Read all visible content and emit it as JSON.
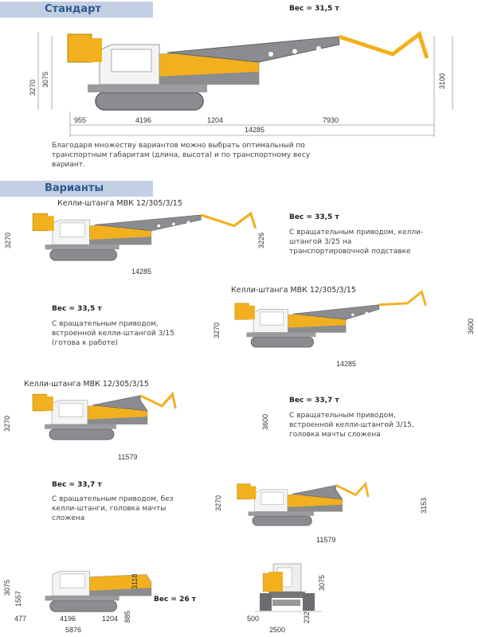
{
  "standard": {
    "title": "Стандарт",
    "weight": "Вес = 31,5 т",
    "dims": {
      "h1": "3270",
      "h2": "3075",
      "h3": "3100",
      "a": "955",
      "b": "4196",
      "c": "1204",
      "d": "7930",
      "total": "14285"
    },
    "note": "Благодаря множеству вариантов можно выбрать оптимальный по транспортным габаритам (длина, высота) и по транспортному весу вариант."
  },
  "variants_title": "Варианты",
  "variants": [
    {
      "label": "Келли-штанга МВК 12/305/3/15",
      "weight": "Вес = 33,5 т",
      "desc": "С вращательным приводом, келли-штангой 3/25 на транспортировочной подставке",
      "h_left": "3270",
      "h_right": "3226",
      "length": "14285"
    },
    {
      "label": "Келли-штанга МВК 12/305/3/15",
      "weight": "Вес = 33,5 т",
      "desc": "С вращательным приводом, встроенной келли-штангой 3/15 (готова к работе)",
      "h_left": "3270",
      "h_right": "3600",
      "length": "14285"
    },
    {
      "label": "Келли-штанга МВК 12/305/3/15",
      "weight": "Вес = 33,7 т",
      "desc": "С вращательным приводом, встроенной келли-штангой 3/15, головка мачты сложена",
      "h_left": "3270",
      "h_right": "3600",
      "length": "11579"
    },
    {
      "weight": "Вес = 33,7 т",
      "desc": "С вращательным приводом, без келли-штанги, головка мачты сложена",
      "h_left": "3270",
      "h_right": "3153",
      "length": "11579"
    }
  ],
  "base": {
    "weight": "Вес = 26 т",
    "side": {
      "h1": "3075",
      "h2": "1557",
      "h3": "3118",
      "h4": "885",
      "a": "477",
      "b": "4196",
      "c": "1204",
      "total": "5876"
    },
    "front": {
      "h": "3075",
      "t": "232",
      "w1": "500",
      "w2": "2500"
    }
  },
  "colors": {
    "yellow": "#f2b01e",
    "gray": "#8a8c8f",
    "dark": "#5d5f62"
  }
}
